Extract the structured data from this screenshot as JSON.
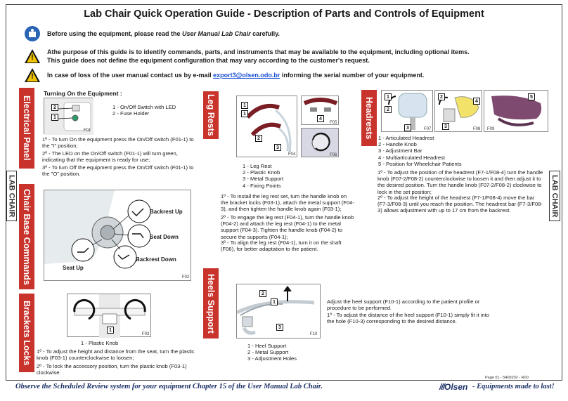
{
  "title": "Lab Chair Quick Operation Guide - Description of Parts and Controls of Equipment",
  "notices": {
    "read_prefix": "Before using the equipment, please read the ",
    "read_italic": "User Manual Lab Chair",
    "read_suffix": " carefully.",
    "purpose_line1": "Athe purpose of this guide is to identify commands, parts, and instruments that may be available to the equipment, including optional items.",
    "purpose_line2": "This guide does not define the equipment configuration that may vary according to the customer's request.",
    "loss_prefix": "In case of loss of the user manual contact us by e-mail ",
    "loss_email": "export3@olsen.odo.br",
    "loss_suffix": " informing the serial number of your equipment."
  },
  "tabs": {
    "electrical": "Electrical Panel",
    "chair_base": "Chair Base Commands",
    "brackets": "Brackets Locks",
    "leg_rests": "Leg Rests",
    "heels": "Heels Support",
    "headrests": "Headrests",
    "lab_left": "LAB CHAIR",
    "lab_right": "LAB CHAIR"
  },
  "electrical": {
    "subhead": "Turning On the Equipment :",
    "fig": "F01",
    "items": [
      "1 - On/Off Switch with LED",
      "2 - Fuse Holder"
    ],
    "step1": "1º - To turn On the equipment press the On/Off switch (F01-1) to the \"I\" position;",
    "step2": "2º - The LED on the On/Off switch (F01-1) will turn green, indicating that the equipment is ready for use;",
    "step3": "3º - To turn Off the equipment press the On/Off switch (F01-1) to the \"O\" position."
  },
  "chair_base": {
    "fig": "F02",
    "labels": [
      "Backrest Up",
      "Seat Down",
      "Backrest Down",
      "Seat Up"
    ]
  },
  "brackets": {
    "fig": "F03",
    "item": "1 - Plastic Knob",
    "step1": "1º - To adjust the height and distance from the seat, turn the plastic knob (F03-1) counterclockwise to loosen;",
    "step2": "2º - To lock the accessory position, turn the plastic knob (F03-1) clockwise."
  },
  "leg_rests": {
    "figs": [
      "F04",
      "F05",
      "F06"
    ],
    "items": [
      "1 - Leg Rest",
      "2 - Plastic Knob",
      "3 - Metal Support",
      "4 - Fixing Points"
    ],
    "step1": "1º - To install the leg rest set, turn the handle knob on the bracket locks (F03-1), attach the metal support (F04-3), and then tighten the handle knob again (F03-1);",
    "step2": "2º - To engage the leg rest (F04-1), turn the handle knob (F04-2) and attach the leg rest (F04-1) to the metal support (F04-3). Tighten the handle knob (F04-2) to secure the supports (F04-1);",
    "step3": "3º - To align the leg rest (F04-1), turn it on the shaft (F06), for better adaptation to the patient."
  },
  "heels": {
    "fig": "F10",
    "items": [
      "1 - Heel Support",
      "2 - Metal Support",
      "3 - Adjustment Holes"
    ],
    "intro": "Adjust the heel support (F10-1) according to the patient profile or procedure to be performed.",
    "step1": "1º - To adjust the distance of the heel support (F10-1) simply fit it into the hole (F10-3) corresponding to the desired distance."
  },
  "headrests": {
    "figs": [
      "F07",
      "F08",
      "F09"
    ],
    "items": [
      "1 - Articulated Headrest",
      "2 - Handle Knob",
      "3 - Adjustment Bar",
      "4 - Multiarticulated Headrest",
      "5 - Position for Wheelchair Patients"
    ],
    "step1": "1º - To adjust the position of the headrest (F7-1/F08-4) turn the handle knob (F07-2/F08-2) counterclockwise to loosen it and then adjust it to the desired position. Turn the handle knob (F07-2/F08-2) clockwise to lock in the set position;",
    "step2": "2º - To adjust the height of the headrest (F7-1/F08-4) move the bar (F7-3/F08-3) until you reach the position. The headrest bar (F7-3/F08-3) allows adjustment with up to 17 cm from the backrest."
  },
  "footer": {
    "left": "Observe the Scheduled Review system for your equipment Chapter 15 of the User Manual Lab Chair.",
    "brand": "Olsen",
    "tagline": "- Equipments made to last!",
    "page": "Page 01 - 5409202 - R00"
  },
  "colors": {
    "tab_red": "#c8332c",
    "brand_navy": "#1a2f66",
    "link_blue": "#1a4fd8",
    "warn_yellow": "#f0c400"
  }
}
